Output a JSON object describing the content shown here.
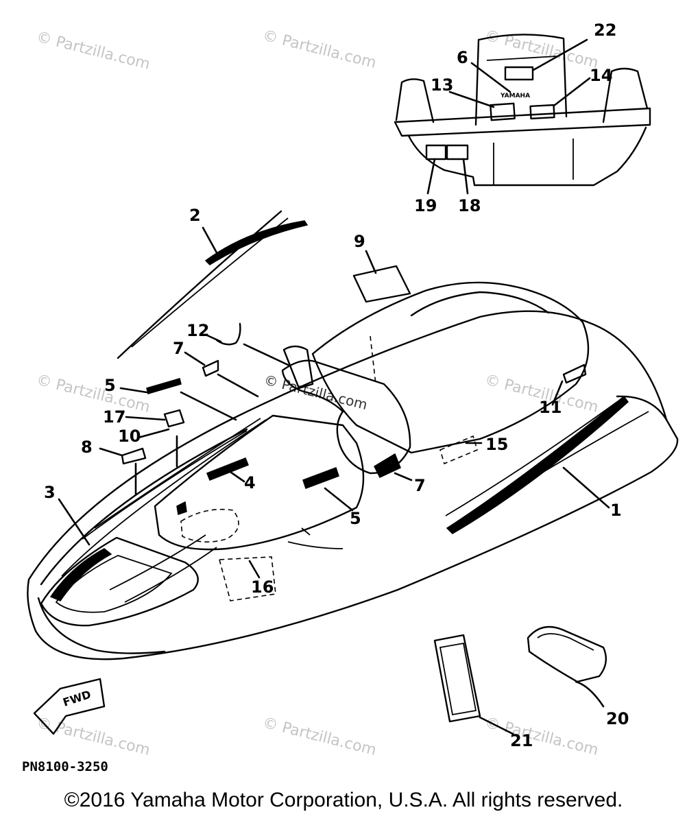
{
  "watermark": "© Partzilla.com",
  "callouts": [
    "22",
    "6",
    "13",
    "14",
    "19",
    "18",
    "2",
    "9",
    "12",
    "7",
    "5",
    "17",
    "10",
    "8",
    "3",
    "4",
    "11",
    "15",
    "7",
    "5",
    "1",
    "16",
    "20",
    "21"
  ],
  "decal_text": {
    "console_brand": "YAMAHA",
    "fwd_arrow": "FWD"
  },
  "diagram_ref": "PN8100-3250",
  "copyright": "©2016  Yamaha Motor Corporation, U.S.A. All rights reserved."
}
